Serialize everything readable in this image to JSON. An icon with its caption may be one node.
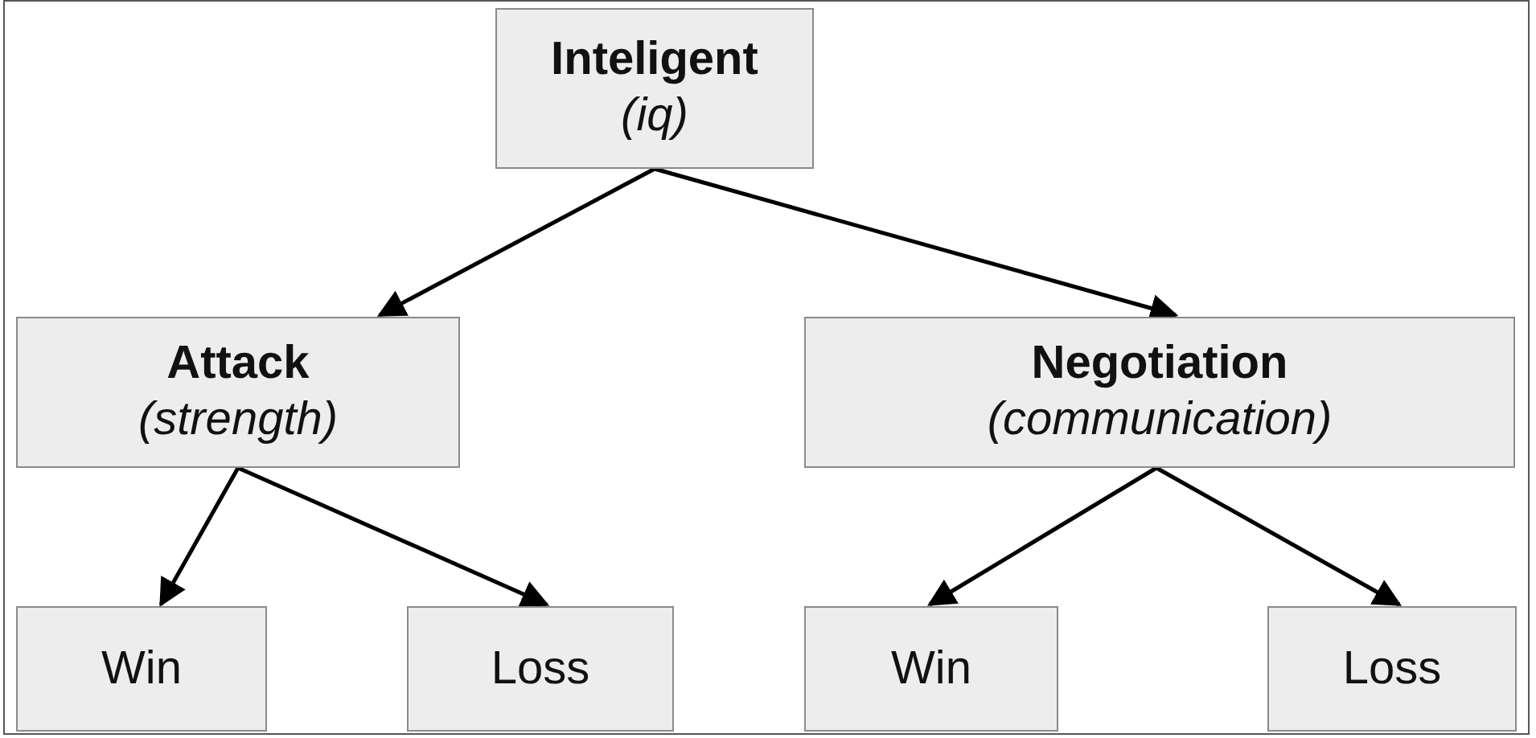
{
  "diagram": {
    "nodes": [
      {
        "text": [
          "Inteligent",
          "(iq)"
        ]
      },
      {
        "text": [
          "Attack",
          "(strength)"
        ]
      },
      {
        "text": [
          "Negotiation",
          "(communication)"
        ]
      },
      {
        "text": [
          "Win"
        ]
      },
      {
        "text": [
          "Loss"
        ]
      },
      {
        "text": [
          "Win"
        ]
      },
      {
        "text": [
          "Loss"
        ]
      }
    ],
    "edges": [
      {
        "from": 0,
        "to": 1,
        "arrow": "to"
      },
      {
        "from": 0,
        "to": 2,
        "arrow": "to"
      },
      {
        "from": 1,
        "to": 3,
        "arrow": "to"
      },
      {
        "from": 1,
        "to": 4,
        "arrow": "to"
      },
      {
        "from": 2,
        "to": 5,
        "arrow": "to"
      },
      {
        "from": 2,
        "to": 6,
        "arrow": "to"
      }
    ]
  }
}
